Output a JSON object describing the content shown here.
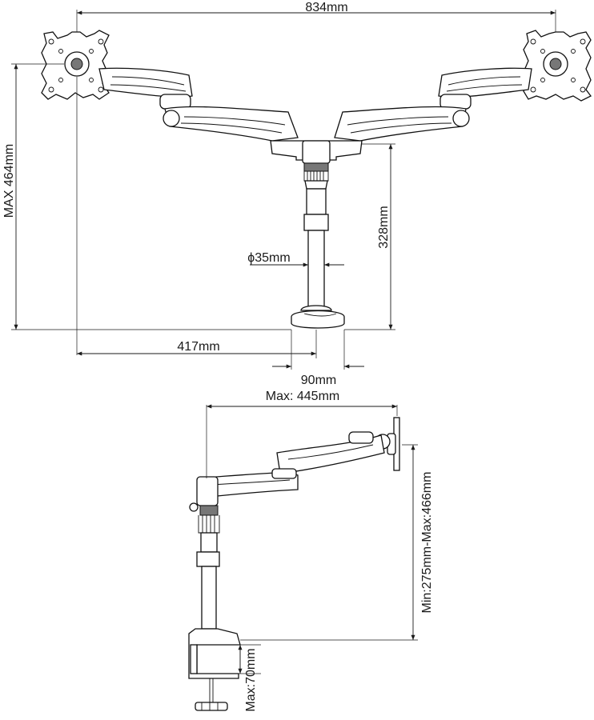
{
  "front_view": {
    "overall_width": "834mm",
    "max_height": "MAX 464mm",
    "pole_height": "328mm",
    "pole_diameter": "ϕ35mm",
    "reach_to_center": "417mm",
    "base_width": "90mm"
  },
  "side_view": {
    "max_reach": "Max: 445mm",
    "height_range": "Min:275mm-Max:466mm",
    "clamp_max": "Max:70mm"
  },
  "colors": {
    "line": "#1a1a1a",
    "fill": "#ffffff",
    "shade": "#777777"
  }
}
